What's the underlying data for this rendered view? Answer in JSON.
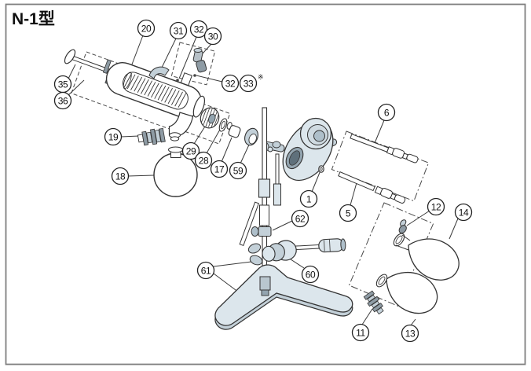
{
  "title": "N-1型",
  "footnote_mark": "※",
  "callouts": {
    "n20": "20",
    "n31": "31",
    "n32a": "32",
    "n30": "30",
    "n35": "35",
    "n36": "36",
    "n32b": "32",
    "n33": "33",
    "n19": "19",
    "n6": "6",
    "n29": "29",
    "n28": "28",
    "n17": "17",
    "n59": "59",
    "n18": "18",
    "n1": "1",
    "n5": "5",
    "n62": "62",
    "n12": "12",
    "n14": "14",
    "n60": "60",
    "n61": "61",
    "n11": "11",
    "n13": "13"
  }
}
